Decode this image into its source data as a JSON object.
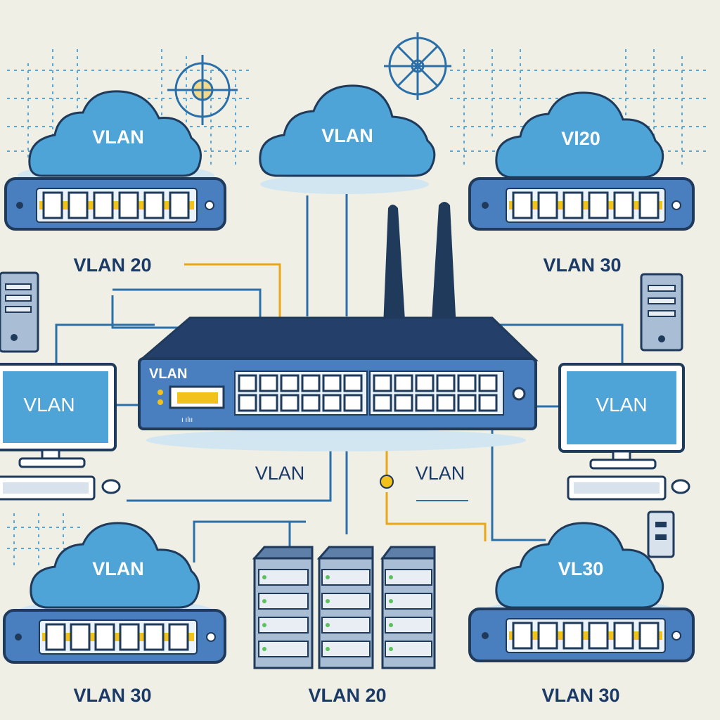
{
  "clouds": {
    "top_left": "VLAN",
    "top_center": "VLAN",
    "top_right": "Vl20",
    "bottom_left": "VLAN",
    "bottom_right": "VL30"
  },
  "switch_labels": {
    "top_left": "VLAN 20",
    "top_right": "VLAN 30",
    "bottom_left": "VLAN 30",
    "bottom_center": "VLAN 20",
    "bottom_right": "VLAN 30"
  },
  "router": {
    "label": "VLAN",
    "sub_label": "ı ılıı"
  },
  "monitors": {
    "left": "VLAN",
    "right": "VLAN"
  },
  "link_labels": {
    "left": "VLAN",
    "right": "VLAN"
  },
  "colors": {
    "background": "#efefe6",
    "cloud": "#4ea4d6",
    "device_body": "#4a7fbf",
    "outline": "#1f3a5a",
    "accent_yellow": "#f2c21b",
    "wire": "#2b6fa8"
  }
}
